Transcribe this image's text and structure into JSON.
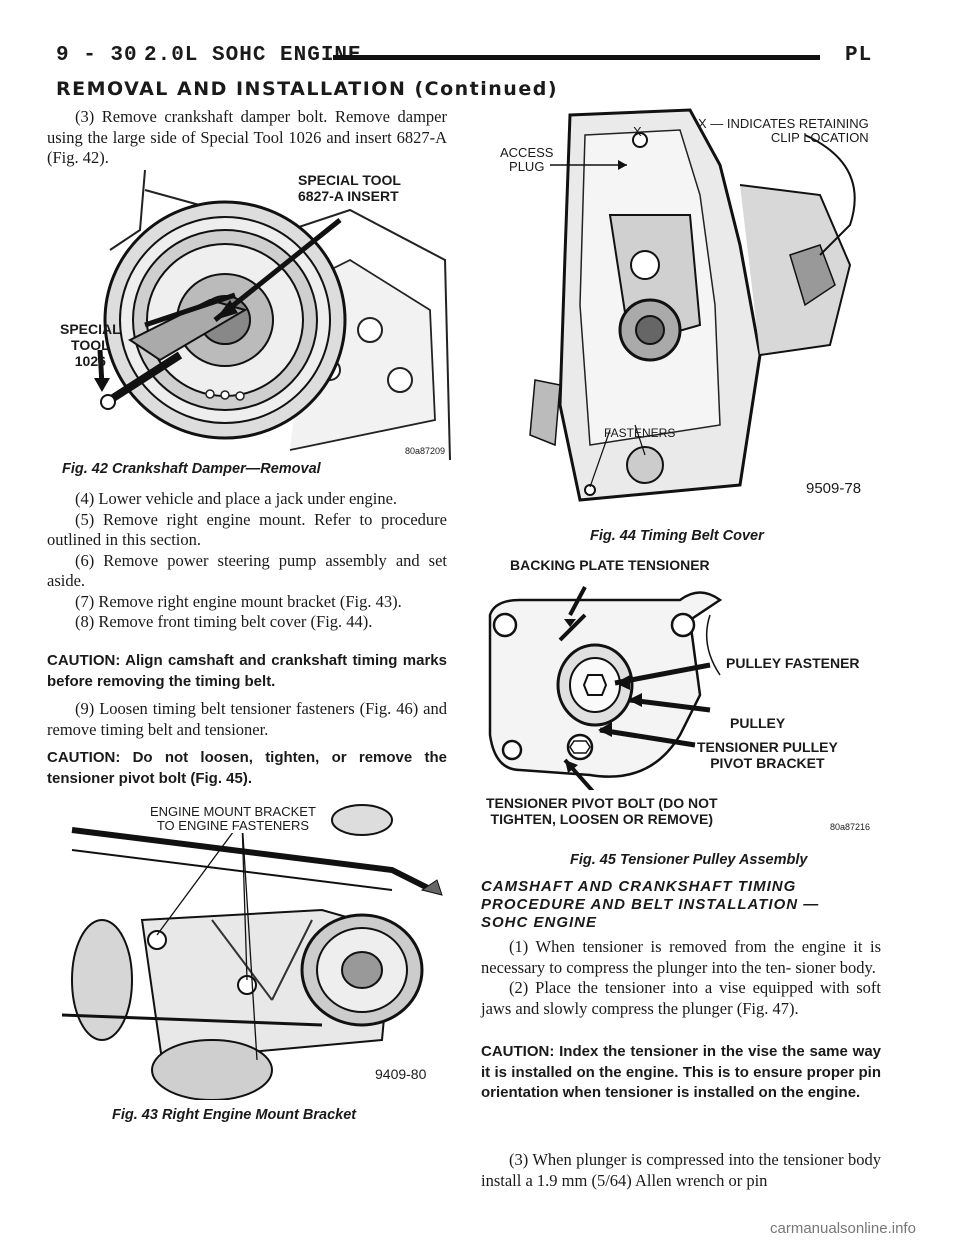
{
  "header": {
    "page_number": "9 - 30",
    "engine": "2.0L SOHC ENGINE",
    "model_code": "PL"
  },
  "section_title": "REMOVAL AND INSTALLATION (Continued)",
  "left_column": {
    "step3": "(3) Remove crankshaft damper bolt. Remove damper using the large side of Special Tool 1026 and insert 6827-A (Fig. 42).",
    "fig42": {
      "label_tool_insert_1": "SPECIAL TOOL",
      "label_tool_insert_2": "6827-A INSERT",
      "label_special_1": "SPECIAL",
      "label_special_2": "TOOL",
      "label_special_3": "1026",
      "id": "80a87209",
      "caption": "Fig. 42 Crankshaft Damper—Removal"
    },
    "step4": "(4) Lower vehicle and place a jack under engine.",
    "step5": "(5) Remove right engine mount. Refer to procedure outlined in this section.",
    "step6": "(6) Remove power steering pump assembly and set aside.",
    "step7": "(7) Remove right engine mount bracket (Fig. 43).",
    "step8": "(8) Remove front timing belt cover (Fig. 44).",
    "caution1": "CAUTION:  Align camshaft and crankshaft timing marks before removing the timing belt.",
    "step9": "(9) Loosen timing belt tensioner fasteners (Fig. 46) and remove timing belt and tensioner.",
    "caution2": "CAUTION: Do not loosen, tighten, or remove the tensioner pivot bolt (Fig. 45).",
    "fig43": {
      "label_1": "ENGINE MOUNT BRACKET",
      "label_2": "TO ENGINE FASTENERS",
      "id": "9409-80",
      "caption": "Fig. 43 Right Engine Mount Bracket"
    }
  },
  "right_column": {
    "fig44": {
      "label_access_1": "ACCESS",
      "label_access_2": "PLUG",
      "label_x": "X",
      "label_legend_1": "X — INDICATES RETAINING",
      "label_legend_2": "CLIP LOCATION",
      "label_fasteners": "FASTENERS",
      "id": "9509-78",
      "caption": "Fig. 44 Timing Belt Cover"
    },
    "fig45": {
      "label_backing": "BACKING PLATE TENSIONER",
      "label_pulley_fastener": "PULLEY FASTENER",
      "label_pulley": "PULLEY",
      "label_bracket_1": "TENSIONER PULLEY",
      "label_bracket_2": "PIVOT BRACKET",
      "label_pivot_1": "TENSIONER PIVOT BOLT (DO NOT",
      "label_pivot_2": "TIGHTEN,  LOOSEN OR REMOVE)",
      "id": "80a87216",
      "caption": "Fig. 45 Tensioner Pulley Assembly"
    },
    "subheading": "CAMSHAFT AND CRANKSHAFT TIMING PROCEDURE AND BELT INSTALLATION —SOHC ENGINE",
    "step1": "(1) When tensioner is removed from the engine it is necessary to compress the plunger into the ten- sioner body.",
    "step2": "(2) Place the tensioner into a vise equipped with soft jaws and slowly compress the plunger (Fig. 47).",
    "caution3": "CAUTION:  Index the tensioner in the vise the same way it is installed on the engine. This is to ensure proper pin orientation when tensioner is installed on the engine.",
    "step3": "(3) When plunger is compressed into the tensioner body install a 1.9 mm (5/64) Allen wrench or pin"
  },
  "watermark": "carmanualsonline.info"
}
